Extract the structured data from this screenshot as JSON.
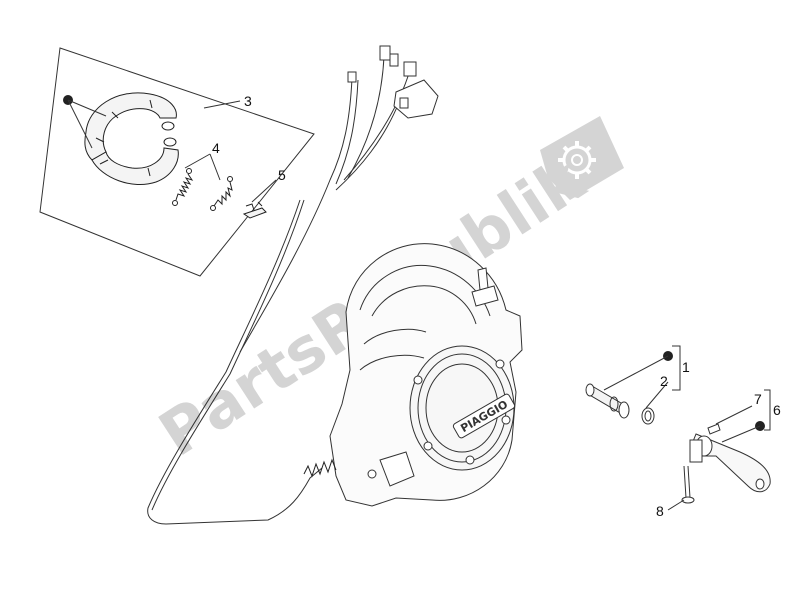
{
  "watermark": {
    "text": "PartsRepublik",
    "icon": "gear-icon",
    "color": "#d4d4d4"
  },
  "engine": {
    "brand": "PIAGGIO"
  },
  "callouts": [
    {
      "id": "1",
      "label": "1"
    },
    {
      "id": "2",
      "label": "2"
    },
    {
      "id": "3",
      "label": "3"
    },
    {
      "id": "4",
      "label": "4"
    },
    {
      "id": "5",
      "label": "5"
    },
    {
      "id": "6",
      "label": "6"
    },
    {
      "id": "7",
      "label": "7"
    },
    {
      "id": "8",
      "label": "8"
    }
  ],
  "kit_marker_color": "#222222"
}
